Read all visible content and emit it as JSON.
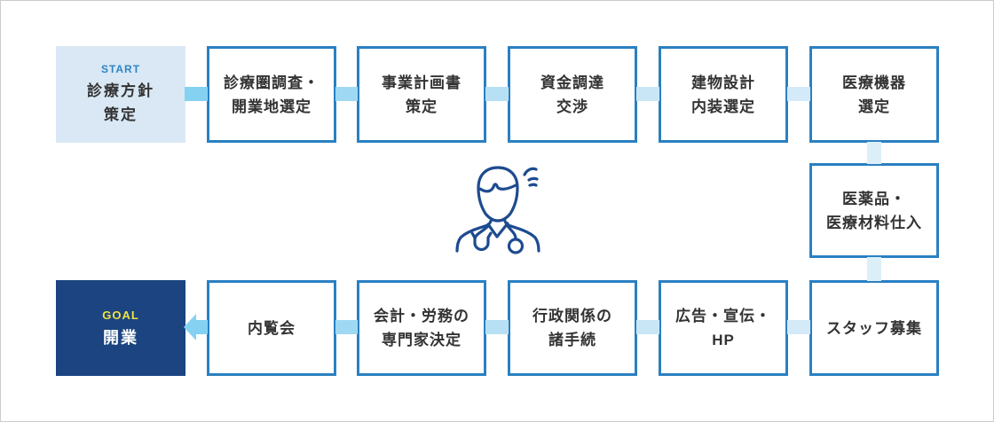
{
  "colors": {
    "page_border": "#cccccc",
    "box_border": "#2a80c2",
    "box_text": "#333333",
    "start_bg": "#d9e8f4",
    "start_text": "#2e84c4",
    "goal_bg": "#1b4480",
    "goal_badge_text": "#efe23f",
    "goal_label_text": "#ffffff",
    "icon_stroke": "#1d4b8f",
    "conn_1": "#85d1f2",
    "conn_2": "#9fd8f3",
    "conn_3": "#b7e0f5",
    "conn_4": "#c9e6f7",
    "conn_5": "#d5eaf8",
    "conn_vertical": "#dceff9"
  },
  "flow": {
    "start": {
      "badge": "START",
      "line1": "診療方針",
      "line2": "策定"
    },
    "top_row": [
      {
        "line1": "診療圏調査・",
        "line2": "開業地選定"
      },
      {
        "line1": "事業計画書",
        "line2": "策定"
      },
      {
        "line1": "資金調達",
        "line2": "交渉"
      },
      {
        "line1": "建物設計",
        "line2": "内装選定"
      },
      {
        "line1": "医療機器",
        "line2": "選定"
      }
    ],
    "side": {
      "line1": "医薬品・",
      "line2": "医療材料仕入"
    },
    "bottom_row": [
      {
        "line1": "スタッフ募集",
        "line2": ""
      },
      {
        "line1": "広告・宣伝・",
        "line2": "HP"
      },
      {
        "line1": "行政関係の",
        "line2": "諸手続"
      },
      {
        "line1": "会計・労務の",
        "line2": "専門家決定"
      },
      {
        "line1": "内覧会",
        "line2": ""
      }
    ],
    "goal": {
      "badge": "GOAL",
      "line1": "開業"
    }
  },
  "icon": {
    "name": "doctor-line-illustration"
  }
}
